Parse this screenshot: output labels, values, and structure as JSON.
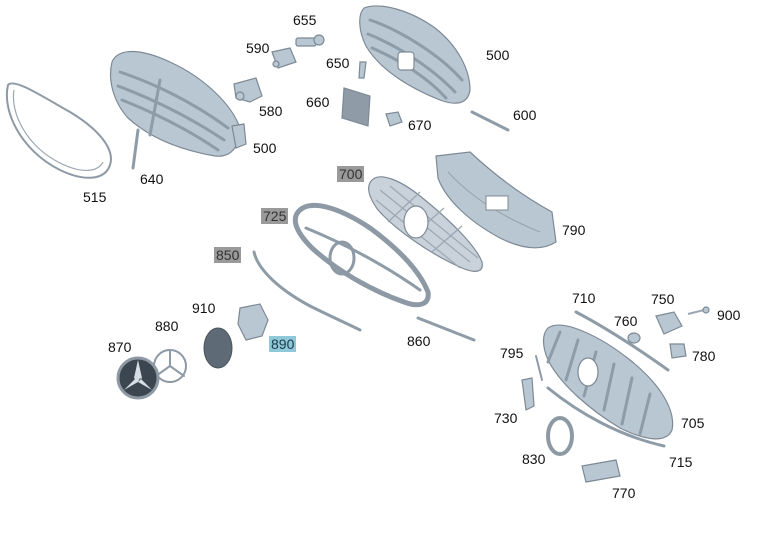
{
  "labels": {
    "l655": "655",
    "l590": "590",
    "l650": "650",
    "l500a": "500",
    "l660": "660",
    "l580": "580",
    "l670": "670",
    "l600": "600",
    "l500b": "500",
    "l640": "640",
    "l515": "515",
    "l700": "700",
    "l725": "725",
    "l790": "790",
    "l850": "850",
    "l910": "910",
    "l880": "880",
    "l890": "890",
    "l870": "870",
    "l860": "860",
    "l710": "710",
    "l750": "750",
    "l900": "900",
    "l760": "760",
    "l795": "795",
    "l780": "780",
    "l730": "730",
    "l705": "705",
    "l830": "830",
    "l715": "715",
    "l770": "770"
  },
  "colors": {
    "part_stroke": "#8d9aa6",
    "part_fill": "#b9c7d3",
    "highlight_gray": "#9a9a9a",
    "highlight_blue": "#8fc8d8"
  }
}
